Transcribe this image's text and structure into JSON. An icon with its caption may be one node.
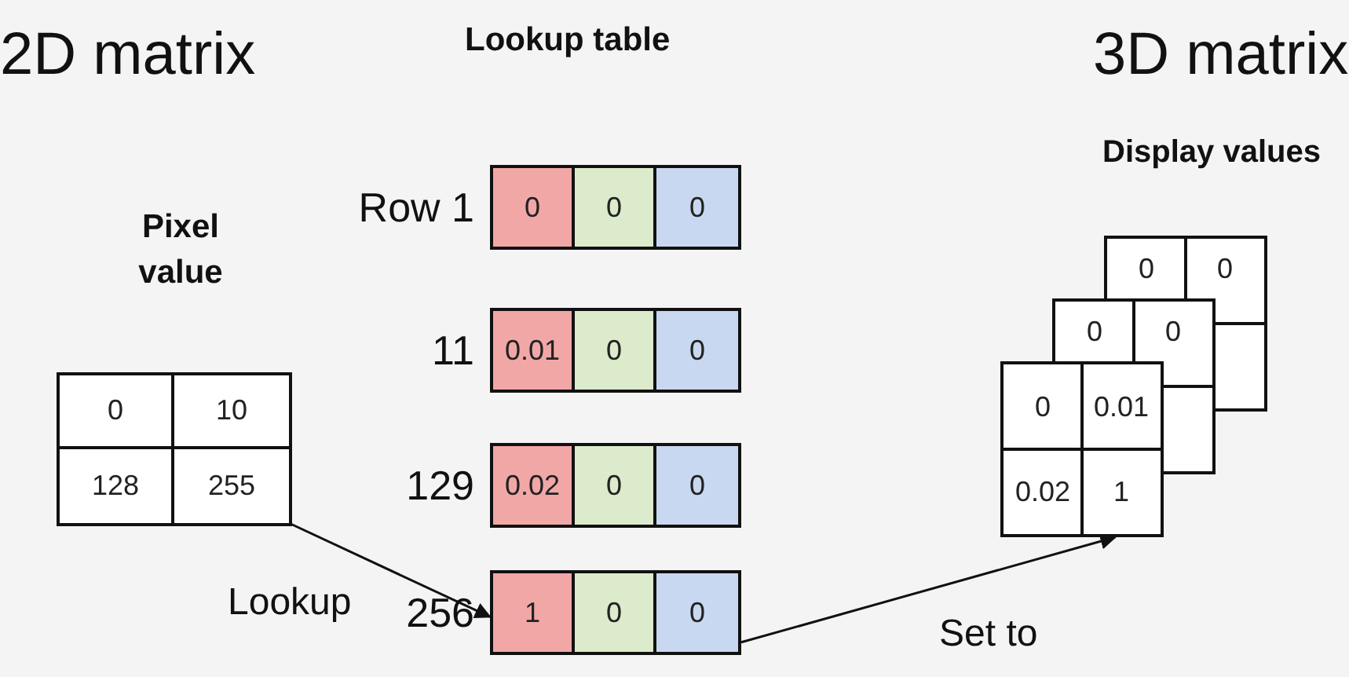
{
  "diagram": {
    "nodes": [
      {
        "text": [],
        "shape": "box"
      },
      {
        "text": [
          "0"
        ],
        "in": 0
      },
      {
        "text": [
          "10"
        ],
        "in": 0
      },
      {
        "text": [
          "128"
        ],
        "in": 0
      },
      {
        "text": [
          "255"
        ],
        "in": 0
      },
      {
        "text": [],
        "shape": "box",
        "beside": [
          "Row 1"
        ]
      },
      {
        "text": [
          "0"
        ],
        "in": 5
      },
      {
        "text": [
          "0"
        ],
        "in": 5
      },
      {
        "text": [
          "0"
        ],
        "in": 5
      },
      {
        "text": [],
        "shape": "box",
        "beside": [
          "11"
        ]
      },
      {
        "text": [
          "0.01"
        ],
        "in": 9
      },
      {
        "text": [
          "0"
        ],
        "in": 9
      },
      {
        "text": [
          "0"
        ],
        "in": 9
      },
      {
        "text": [],
        "shape": "box",
        "beside": [
          "129"
        ]
      },
      {
        "text": [
          "0.02"
        ],
        "in": 13
      },
      {
        "text": [
          "0"
        ],
        "in": 13
      },
      {
        "text": [
          "0"
        ],
        "in": 13
      },
      {
        "text": [],
        "shape": "box",
        "beside": [
          "256"
        ]
      },
      {
        "text": [
          "1"
        ],
        "in": 17
      },
      {
        "text": [
          "0"
        ],
        "in": 17
      },
      {
        "text": [
          "0"
        ],
        "in": 17
      },
      {
        "text": [],
        "shape": "box"
      },
      {
        "text": [
          "0"
        ],
        "in": 21
      },
      {
        "text": [
          "0"
        ],
        "in": 21
      },
      {
        "text": [
          "0"
        ],
        "in": 21
      },
      {
        "text": [
          "0"
        ],
        "in": 21
      },
      {
        "text": [
          "0"
        ],
        "in": 21
      },
      {
        "text": [
          "0.01"
        ],
        "in": 21
      },
      {
        "text": [
          "0.02"
        ],
        "in": 21
      },
      {
        "text": [
          "1"
        ],
        "in": 21
      }
    ],
    "edges": [
      {
        "from": 4,
        "to": 17,
        "arrow": "to",
        "label": "Lookup"
      },
      {
        "from": 17,
        "to": 21,
        "arrow": "to",
        "label": "Set to"
      }
    ],
    "labels": [
      "2D matrix",
      "Lookup table",
      "3D matrix",
      "Display values",
      "Pixel value"
    ]
  }
}
